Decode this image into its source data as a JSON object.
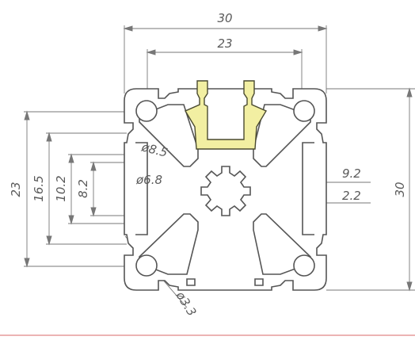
{
  "colors": {
    "insert_fill": "#F2EFA2",
    "line": "#555555",
    "dimension_text": "#5a5a5a",
    "bottom_rule": "#d86a6a"
  },
  "dimensions": {
    "overall_width": "30",
    "slot_width": "23",
    "overall_height": "30",
    "hole_spacing": "23",
    "d_16_5": "16.5",
    "d_10_2": "10.2",
    "d_8_2": "8.2",
    "center_outer_dia": "ø8.5",
    "center_bore_dia": "ø6.8",
    "d_9_2": "9.2",
    "d_2_2": "2.2",
    "corner_hole_dia": "ø3.3"
  }
}
